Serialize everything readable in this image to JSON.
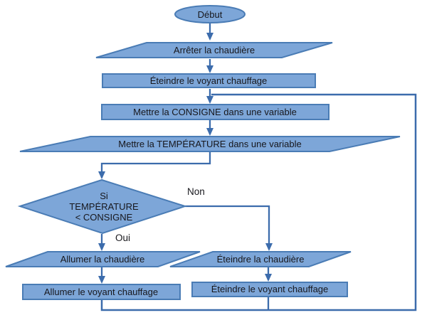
{
  "colors": {
    "shape_fill": "#7DA6D8",
    "shape_border": "#4A7CB5",
    "connector": "#3C6CAC",
    "text": "#17171c",
    "background": "#ffffff"
  },
  "nodes": {
    "start": {
      "label": "Début"
    },
    "stop_boiler": {
      "label": "Arrêter la chaudière"
    },
    "heat_light_off_init": {
      "label": "Éteindre le voyant chauffage"
    },
    "store_setpoint": {
      "label": "Mettre la CONSIGNE dans une variable"
    },
    "store_temperature": {
      "label": "Mettre la TEMPÉRATURE dans une variable"
    },
    "decision": {
      "lines": [
        "Si",
        "TEMPÉRATURE",
        "< CONSIGNE"
      ]
    },
    "boiler_on": {
      "label": "Allumer la chaudière"
    },
    "heat_light_on": {
      "label": "Allumer le voyant chauffage"
    },
    "boiler_off": {
      "label": "Éteindre la chaudière"
    },
    "heat_light_off": {
      "label": "Éteindre le voyant chauffage"
    }
  },
  "edges": {
    "yes_label": "Oui",
    "no_label": "Non"
  }
}
